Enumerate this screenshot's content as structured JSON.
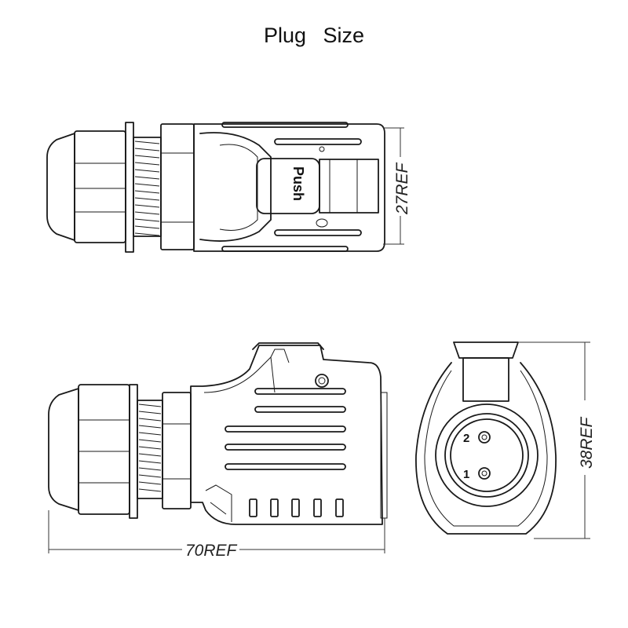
{
  "title": "Plug   Size",
  "top_view": {
    "button_label": "Push",
    "height_dim": "27REF"
  },
  "side_view": {
    "length_dim": "70REF"
  },
  "front_view": {
    "height_dim": "38REF",
    "pin_labels": [
      "2",
      "1"
    ]
  },
  "colors": {
    "line": "#1a1a1a",
    "background": "#ffffff"
  }
}
